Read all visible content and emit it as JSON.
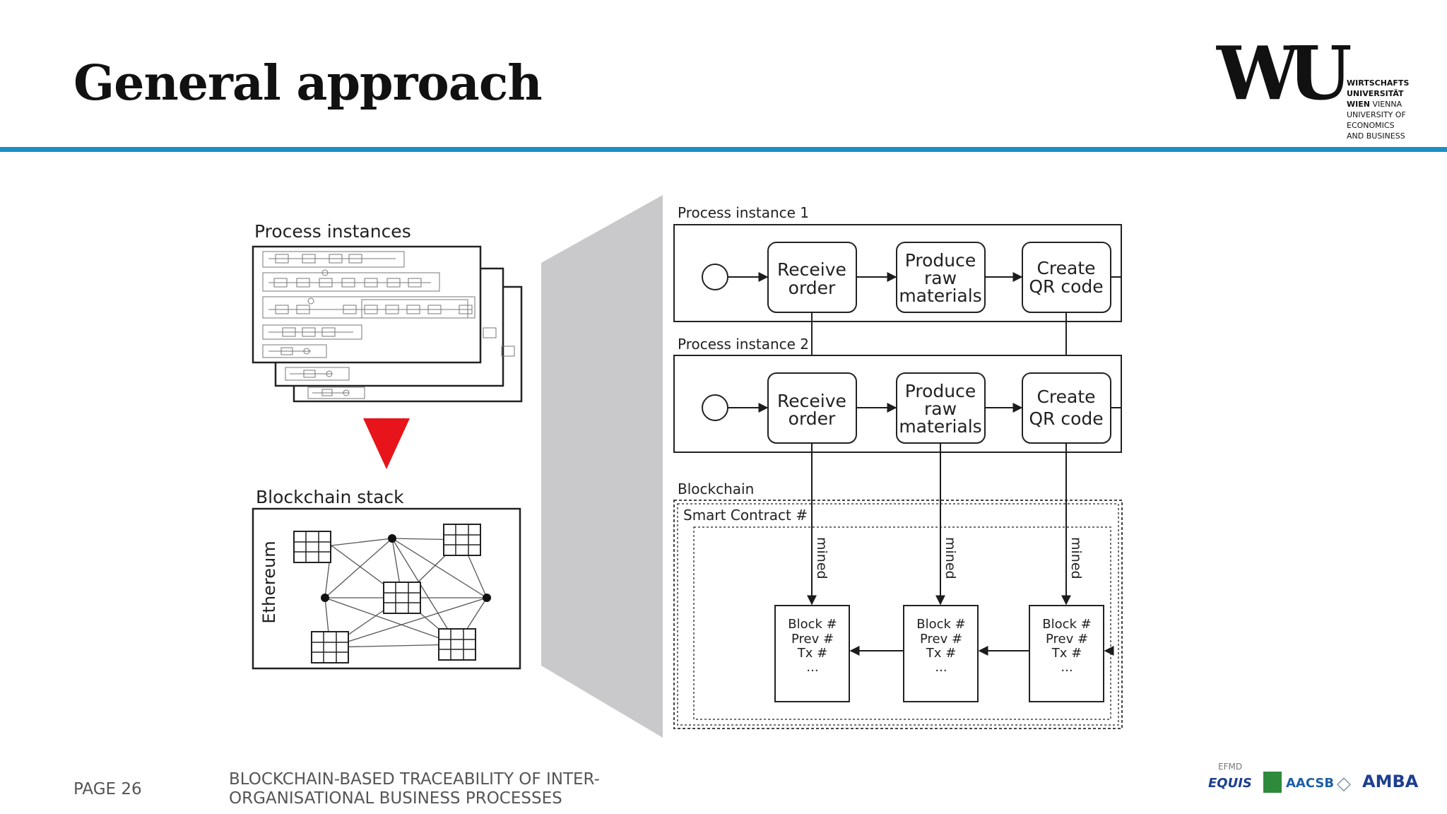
{
  "slide": {
    "title": "General approach",
    "page_number": "PAGE 26",
    "footer_lines": [
      "BLOCKCHAIN-BASED TRACEABILITY OF INTER-",
      "ORGANISATIONAL BUSINESS PROCESSES"
    ]
  },
  "logo": {
    "mark": "WU",
    "lines": [
      "WIRTSCHAFTS",
      "UNIVERSITÄT",
      "WIEN",
      "VIENNA",
      "UNIVERSITY OF",
      "ECONOMICS",
      "AND BUSINESS"
    ]
  },
  "accreditations": {
    "equis_top": "EFMD",
    "equis": "EQUIS",
    "aacsb": "AACSB",
    "amba": "AMBA"
  },
  "diagram": {
    "process_instances_label": "Process instances",
    "blockchain_stack_label": "Blockchain stack",
    "ethereum_label": "Ethereum",
    "instance1_label": "Process instance 1",
    "instance2_label": "Process instance 2",
    "tasks": [
      {
        "lines": [
          "Receive",
          "order"
        ]
      },
      {
        "lines": [
          "Produce",
          "raw",
          "materials"
        ]
      },
      {
        "lines": [
          "Create",
          "QR code"
        ]
      }
    ],
    "blockchain_label": "Blockchain",
    "smart_contract_label": "Smart Contract #",
    "mined_label": "mined",
    "block_lines": [
      "Block #",
      "Prev #",
      "Tx #",
      "..."
    ],
    "colors": {
      "arrow_red": "#e8141b",
      "shade_gray": "#c9c9cb",
      "line": "#2a2a2a"
    }
  }
}
